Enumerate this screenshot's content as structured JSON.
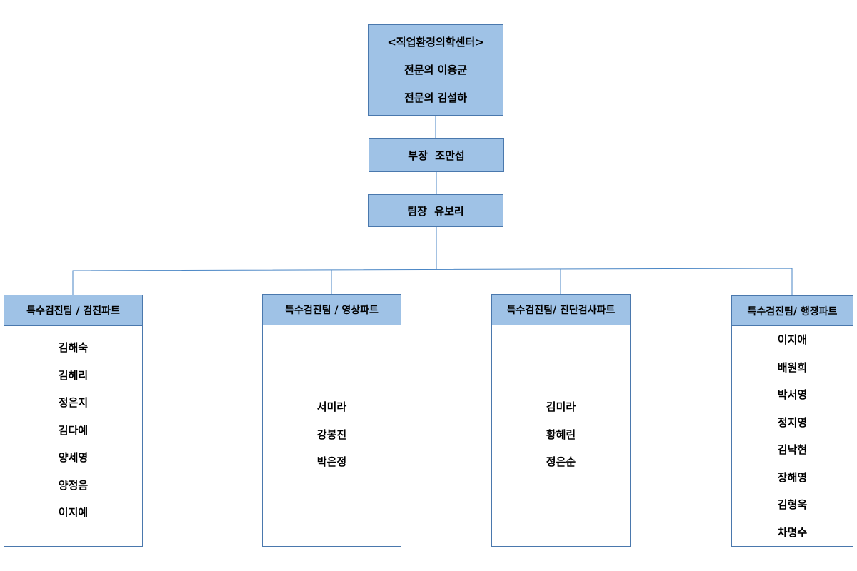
{
  "center": {
    "title": "<직업환경의학센터>",
    "doctor_1": "전문의 이용균",
    "doctor_2": "전문의 김설하"
  },
  "head": "부장  조만섭",
  "lead": "팀장  유보리",
  "teams": [
    {
      "name": "특수검진팀 / 검진파트",
      "members": [
        "김해숙",
        "김혜리",
        "정은지",
        "김다예",
        "양세영",
        "양정음",
        "이지예"
      ]
    },
    {
      "name": "특수검진팀 / 영상파트",
      "members": [
        "서미라",
        "강봉진",
        "박은정"
      ]
    },
    {
      "name": "특수검진팀/ 진단검사파트",
      "members": [
        "김미라",
        "황혜린",
        "정은순"
      ]
    },
    {
      "name": "특수검진팀/ 행정파트",
      "members": [
        "이지애",
        "배원희",
        "박서영",
        "정지영",
        "김낙현",
        "장해영",
        "김형욱",
        "차명수"
      ]
    }
  ],
  "colors": {
    "box_fill": "#9fc2e6",
    "border": "#4a78ad",
    "connector": "#4a86c5"
  }
}
